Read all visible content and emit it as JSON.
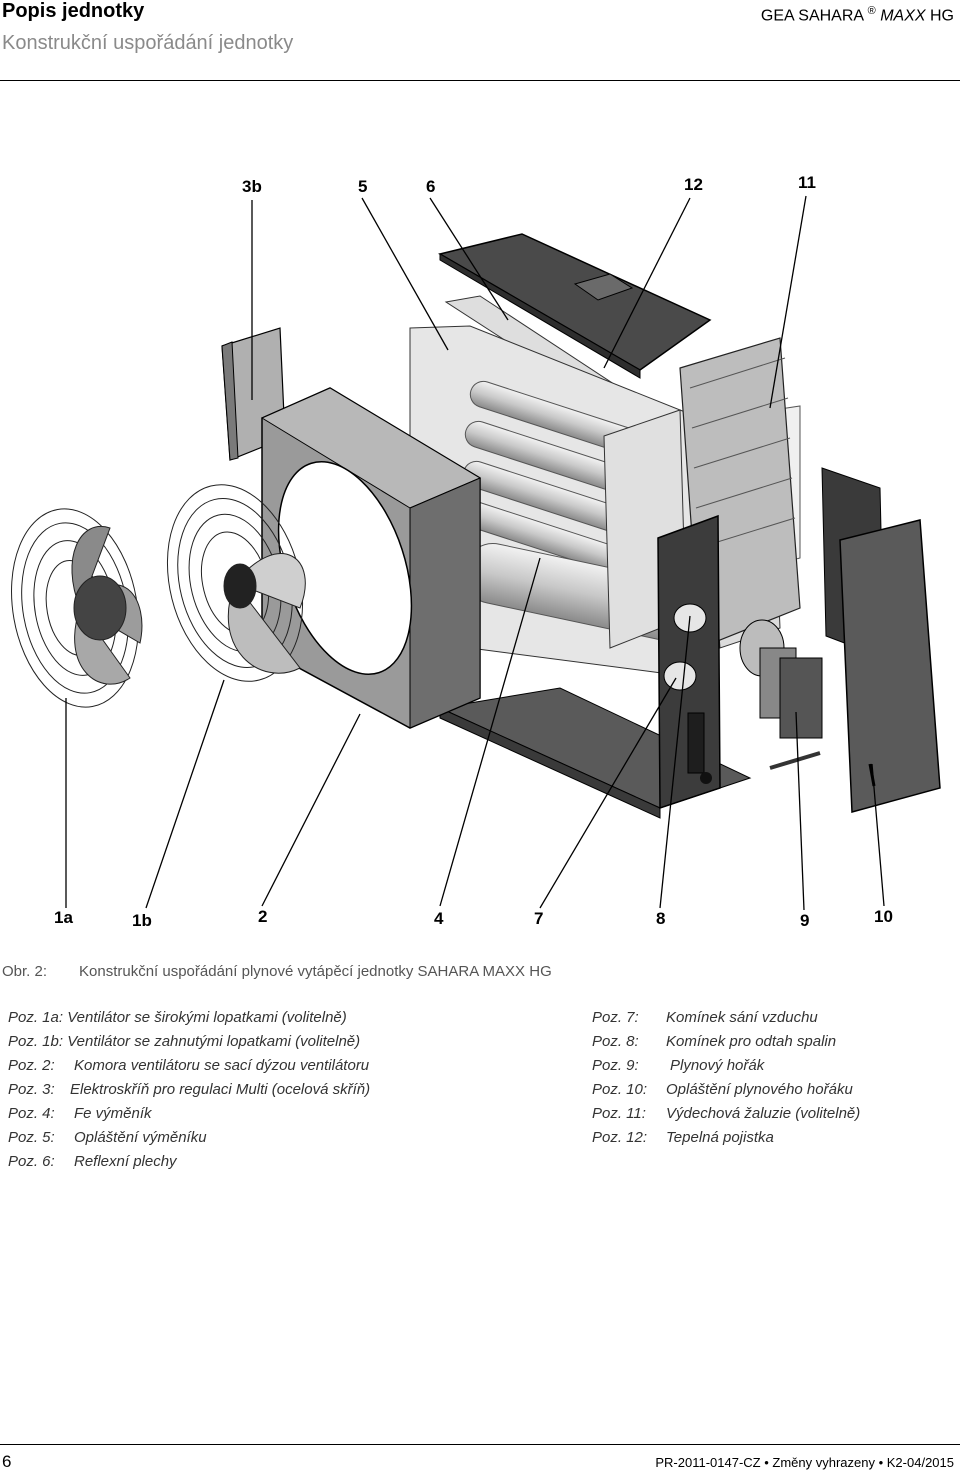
{
  "header": {
    "section_title": "Popis jednotky",
    "subtitle": "Konstrukční uspořádání jednotky",
    "product_prefix": "GEA SAHARA",
    "product_reg": "®",
    "product_name": "MAXX",
    "product_suffix": "HG"
  },
  "figure": {
    "labels_top": [
      "3b",
      "5",
      "6",
      "12",
      "11"
    ],
    "labels_bottom": [
      "1a",
      "1b",
      "2",
      "4",
      "7",
      "8",
      "9",
      "10"
    ]
  },
  "caption": {
    "label": "Obr. 2:",
    "text": "Konstrukční uspořádání plynové vytápěcí jednotky SAHARA MAXX HG"
  },
  "legend_left": [
    {
      "pos": "Poz. 1a:",
      "text": "Ventilátor se širokými lopatkami (volitelně)"
    },
    {
      "pos": "Poz. 1b:",
      "text": "Ventilátor se zahnutými lopatkami (volitelně)"
    },
    {
      "pos": "Poz. 2:",
      "text": "Komora ventilátoru se sací dýzou ventilátoru"
    },
    {
      "pos": "Poz. 3:",
      "text": "Elektroskříň pro regulaci Multi (ocelová skříň)"
    },
    {
      "pos": "Poz. 4:",
      "text": "Fe výměník"
    },
    {
      "pos": "Poz. 5:",
      "text": "Opláštění výměníku"
    },
    {
      "pos": "Poz. 6:",
      "text": "Reflexní plechy"
    }
  ],
  "legend_right": [
    {
      "pos": "Poz. 7:",
      "text": "Komínek sání vzduchu"
    },
    {
      "pos": "Poz. 8:",
      "text": "Komínek pro odtah spalin"
    },
    {
      "pos": "Poz. 9:",
      "text": "Plynový hořák"
    },
    {
      "pos": "Poz. 10:",
      "text": "Opláštění plynového hořáku"
    },
    {
      "pos": "Poz. 11:",
      "text": "Výdechová žaluzie (volitelně)"
    },
    {
      "pos": "Poz. 12:",
      "text": "Tepelná pojistka"
    }
  ],
  "footer": {
    "page_number": "6",
    "doc_ref": "PR-2011-0147-CZ • Změny vyhrazeny • K2-04/2015"
  }
}
